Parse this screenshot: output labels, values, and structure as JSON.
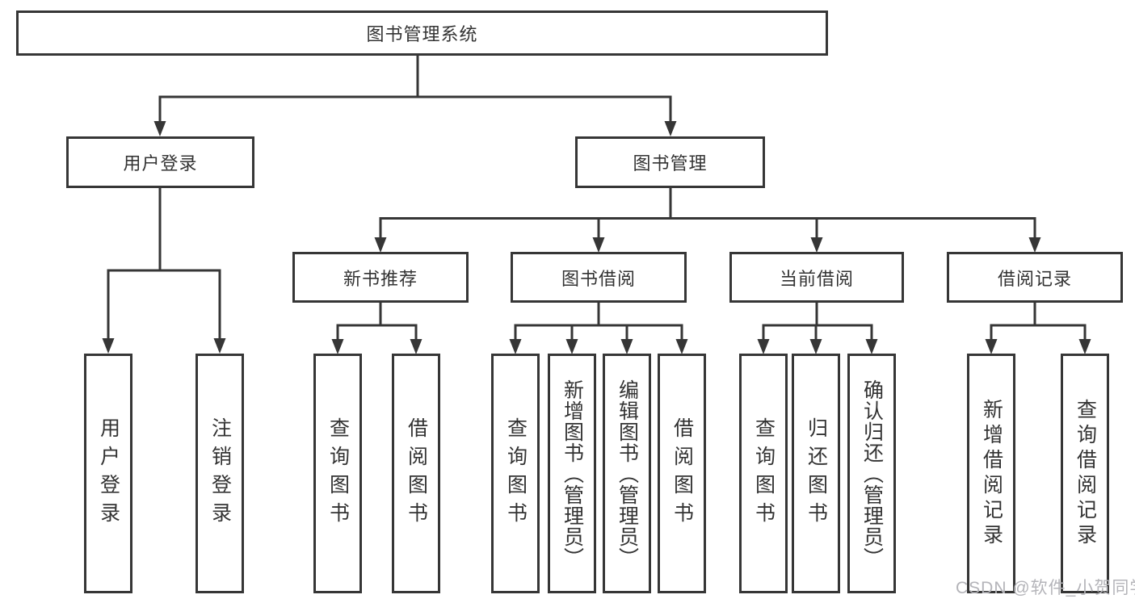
{
  "diagram": {
    "root": "图书管理系统",
    "level2": [
      "用户登录",
      "图书管理"
    ],
    "level3": [
      "新书推荐",
      "图书借阅",
      "当前借阅",
      "借阅记录"
    ],
    "leaves_user_login": [
      "用户登录",
      "注销登录"
    ],
    "leaves_new_books": [
      "查询图书",
      "借阅图书"
    ],
    "leaves_book_borrowing": [
      "查询图书",
      "新增图书（管理员）",
      "编辑图书（管理员）",
      "借阅图书"
    ],
    "leaves_current_borrowing": [
      "查询图书",
      "归还图书",
      "确认归还（管理员）"
    ],
    "leaves_borrowing_records": [
      "新增借阅记录",
      "查询借阅记录"
    ]
  },
  "watermark": {
    "text": "CSDN @软件_小贺同学"
  },
  "colors": {
    "line": "#363636",
    "text": "#333333",
    "background": "#ffffff",
    "watermark": "#b4b4b9"
  }
}
